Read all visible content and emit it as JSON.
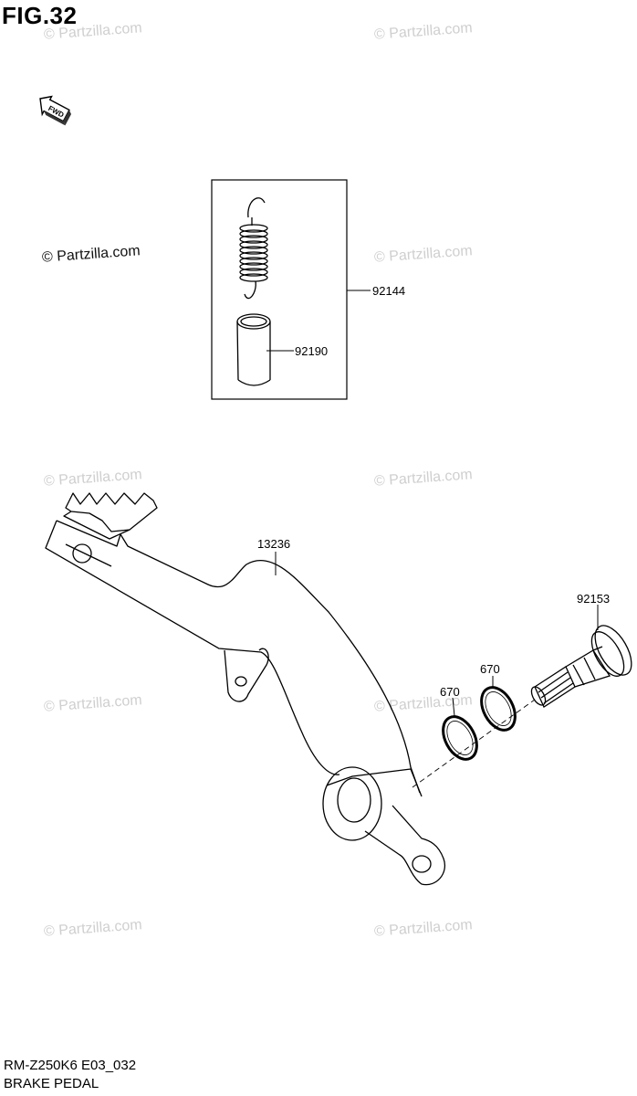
{
  "figure": {
    "title": "FIG.32"
  },
  "fwd_label": "FWD",
  "watermarks": [
    "© Partzilla.com",
    "© Partzilla.com",
    "© Partzilla.com",
    "© Partzilla.com",
    "© Partzilla.com",
    "© Partzilla.com",
    "© Partzilla.com",
    "© Partzilla.com",
    "© Partzilla.com",
    "© Partzilla.com"
  ],
  "strong_watermark": "© Partzilla.com",
  "parts": {
    "spring_kit": "92144",
    "collar": "92190",
    "brake_pedal": "13236",
    "pivot_bolt": "92153",
    "o_ring_1": "670",
    "o_ring_2": "670"
  },
  "footer": {
    "code": "RM-Z250K6 E03_032",
    "name": "BRAKE PEDAL"
  }
}
